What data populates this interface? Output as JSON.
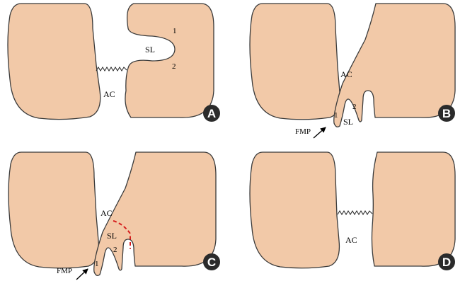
{
  "panels": {
    "a": {
      "badge": "A",
      "labels": {
        "sl": "SL",
        "ac": "AC",
        "one": "1",
        "two": "2"
      }
    },
    "b": {
      "badge": "B",
      "labels": {
        "ac": "AC",
        "sl": "SL",
        "fmp": "FMP",
        "one": "1",
        "two": "2"
      }
    },
    "c": {
      "badge": "C",
      "labels": {
        "ac": "AC",
        "sl": "SL",
        "fmp": "FMP",
        "one": "1",
        "two": "2"
      }
    },
    "d": {
      "badge": "D",
      "labels": {
        "ac": "AC"
      }
    }
  },
  "colors": {
    "tissue": "#F2C9A8",
    "outline": "#3a3a3a",
    "badge": "#2b2b2b",
    "incision": "#d61e1e"
  }
}
